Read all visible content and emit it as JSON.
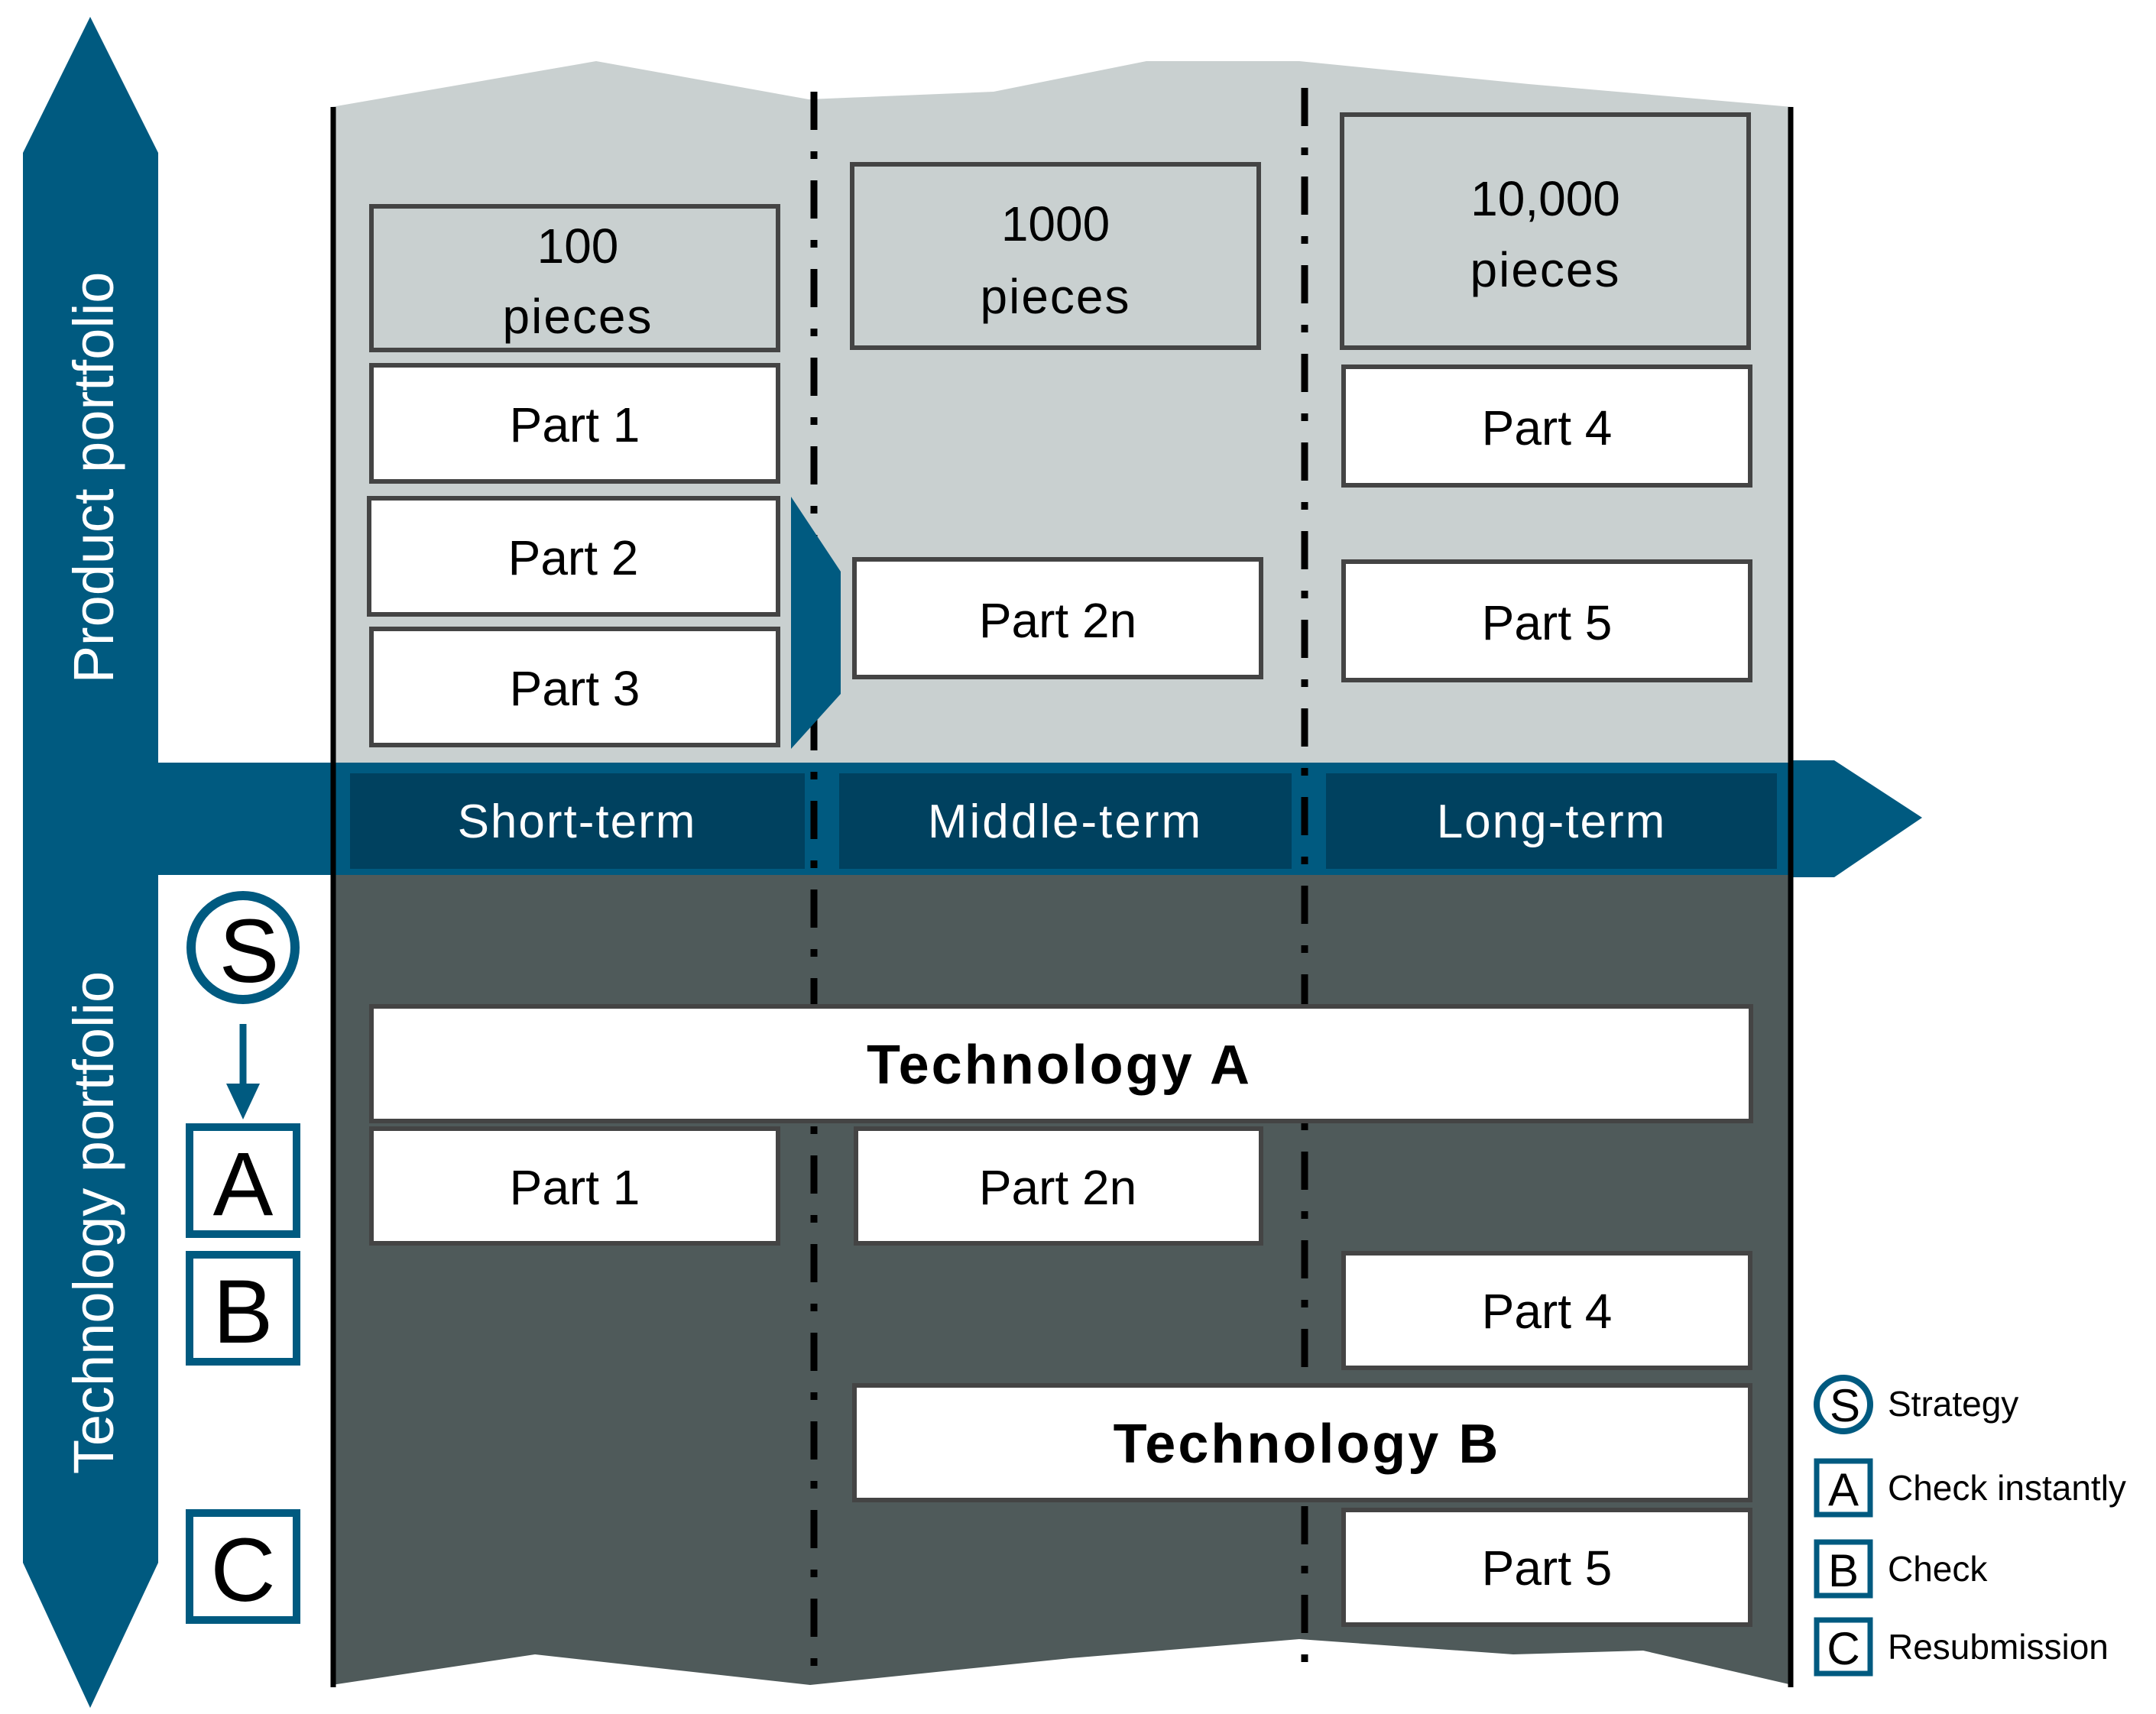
{
  "colors": {
    "accent_blue": "#005a80",
    "dark_blue": "#00415f",
    "light_grey": "#c9d0d0",
    "dark_grey": "#4f5a5a"
  },
  "axes": {
    "product_portfolio": "Product portfolio",
    "technology_portfolio": "Technology portfolio",
    "short_term": "Short-term",
    "middle_term": "Middle-term",
    "long_term": "Long-term"
  },
  "quantities": {
    "short": {
      "number": "100",
      "unit": "pieces"
    },
    "middle": {
      "number": "1000",
      "unit": "pieces"
    },
    "long": {
      "number": "10,000",
      "unit": "pieces"
    }
  },
  "product_parts": {
    "part1": "Part 1",
    "part2": "Part 2",
    "part3": "Part 3",
    "part2n": "Part 2n",
    "part4": "Part 4",
    "part5": "Part 5"
  },
  "technology": {
    "tech_a": "Technology A",
    "tech_b": "Technology B",
    "part1": "Part 1",
    "part2n": "Part 2n",
    "part4": "Part 4",
    "part5": "Part 5"
  },
  "markers": {
    "s": "S",
    "a": "A",
    "b": "B",
    "c": "C"
  },
  "legend": {
    "s_label": "Strategy",
    "a_label": "Check instantly",
    "b_label": "Check",
    "c_label": "Resubmission"
  }
}
